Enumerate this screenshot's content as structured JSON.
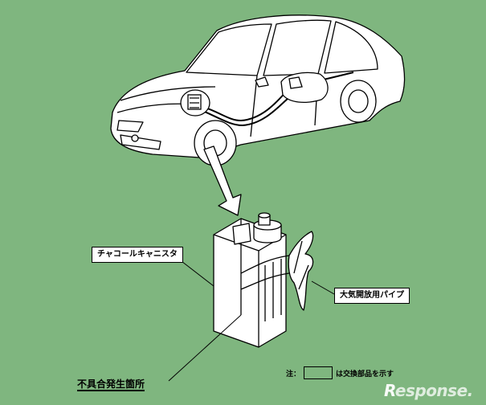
{
  "labels": {
    "canister": "チャコールキャニスタ",
    "vent_pipe": "大気開放用パイプ",
    "defect_location": "不具合発生箇所"
  },
  "note": {
    "prefix": "注：",
    "suffix": "は交換部品を示す"
  },
  "watermark": {
    "lead": "R",
    "rest": "esponse."
  },
  "colors": {
    "background": "#7fb67f",
    "line": "#000000",
    "panel": "#ffffff"
  }
}
